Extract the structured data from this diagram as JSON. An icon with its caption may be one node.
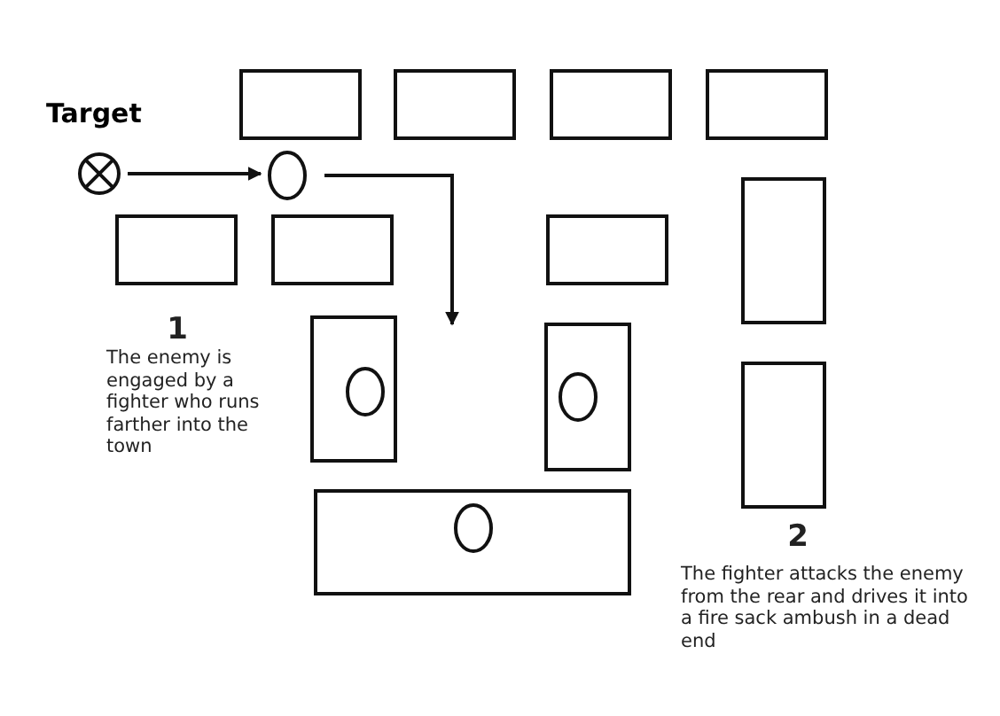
{
  "diagram": {
    "nodes": [
      {
        "text": [
          "Target"
        ]
      },
      {
        "text": [],
        "shape": "circle"
      }
    ],
    "edges": [
      {
        "from": 0,
        "to": 1,
        "arrow": "to"
      },
      {
        "from": 1,
        "to": null,
        "arrow": "to"
      }
    ],
    "labels": [
      "1",
      "The enemy is engaged by a fighter who runs farther into the town",
      "2",
      "The fighter attacks the enemy from the rear and drives it into a fire sack ambush in a dead end"
    ]
  }
}
